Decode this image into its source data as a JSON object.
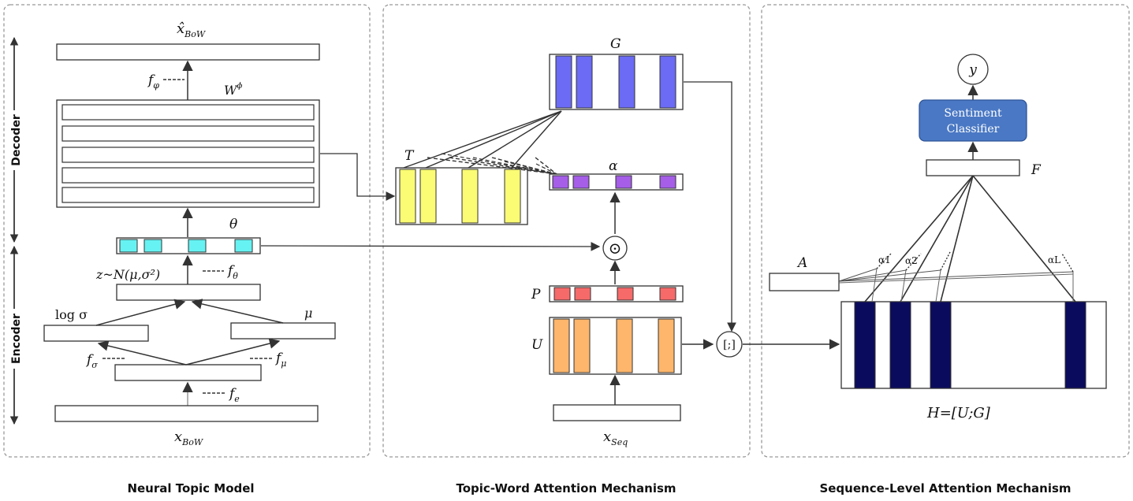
{
  "sections": {
    "ntm": "Neural Topic Model",
    "twa": "Topic-Word Attention Mechanism",
    "sla": "Sequence-Level Attention Mechanism"
  },
  "side_labels": {
    "decoder": "Decoder",
    "encoder": "Encoder"
  },
  "ntm": {
    "x_bow_hat": "x̂",
    "x_bow_hat_sub": "BoW",
    "f_phi": "f",
    "f_phi_sub": "φ",
    "w_phi": "W",
    "w_phi_sup": "ϕ",
    "theta": "θ",
    "z_eq": "z~N(μ,σ²)",
    "f_theta": "f",
    "f_theta_sub": "θ",
    "log_sigma": "log σ",
    "mu": "μ",
    "f_sigma": "f",
    "f_sigma_sub": "σ",
    "f_mu": "f",
    "f_mu_sub": "μ",
    "f_e": "f",
    "f_e_sub": "e",
    "x_bow": "x",
    "x_bow_sub": "BoW"
  },
  "twa": {
    "G": "G",
    "T": "T",
    "alpha": "α",
    "odot": "⊙",
    "P": "P",
    "U": "U",
    "concat": "[;]",
    "x_seq": "x",
    "x_seq_sub": "Seq"
  },
  "sla": {
    "y": "y",
    "classifier_line1": "Sentiment",
    "classifier_line2": "Classifier",
    "F": "F",
    "A": "A",
    "a1": "α1",
    "a2": "α2",
    "aL": "αL",
    "H_eq": "H=[U;G]"
  },
  "colors": {
    "cyan": "#66f2f2",
    "yellow": "#fbfb74",
    "blue": "#6b6bf5",
    "purple": "#a65ee8",
    "red": "#f76a6a",
    "orange": "#fdb66b",
    "navy": "#0b0b5e",
    "classifier": "#4a78c4"
  }
}
